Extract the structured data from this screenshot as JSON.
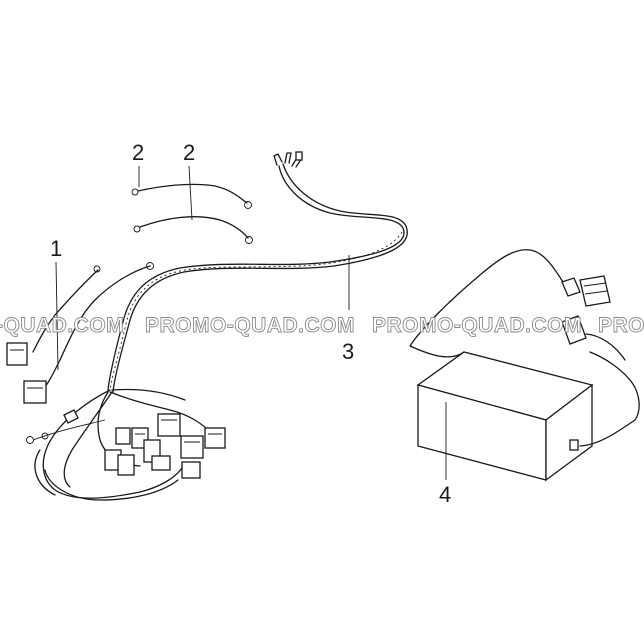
{
  "watermark": {
    "text_1": "-QUAD.COM",
    "text_2": "PROMO-QUAD.COM",
    "text_3": "PROMO-QUAD.COM",
    "text_4": "PRO"
  },
  "callouts": {
    "label_1": "1",
    "label_2a": "2",
    "label_2b": "2",
    "label_3": "3",
    "label_4": "4"
  }
}
